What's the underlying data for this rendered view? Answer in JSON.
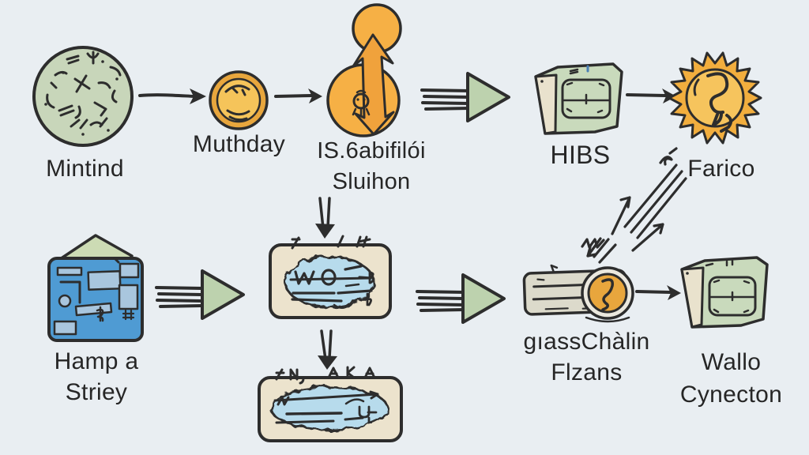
{
  "meta": {
    "title": "Hand-drawn crypto-style flow diagram",
    "rows": 2
  },
  "colors": {
    "background": "#e9eef2",
    "ink": "#2d2d2d",
    "label_text": "#262626",
    "sage_fill": "#c8d6ba",
    "coin_ring": "#e8a63d",
    "coin_core": "#f5c45a",
    "coin_ring_pale": "#ebe8de",
    "orange": "#f6b045",
    "orange_deep": "#f0a23c",
    "arrow_green": "#bdd2ae",
    "box_green": "#c9dabc",
    "box_side": "#e9e2cd",
    "sun_outer": "#f2ae3e",
    "sun_inner": "#f6c45d",
    "roof_green": "#ccdbb4",
    "building_blue": "#4f9bd3",
    "window_blue": "#a9c6de",
    "card_beige": "#ece3cd",
    "blob_blue": "#b7dbec",
    "pill_grey": "#dcdacb",
    "accent_blue_tick": "#4a7fb5"
  },
  "nodes": {
    "mintind": {
      "label": "Mintind",
      "icon": "scribble-sphere-icon"
    },
    "muthday": {
      "label": "Muthday",
      "icon": "gold-coin-icon"
    },
    "solution": {
      "label_line1": "IS.6abifilói",
      "label_line2": "Sluihon",
      "icon": "coins-up-arrow-icon"
    },
    "hibs": {
      "label": "HIBS",
      "icon": "vault-box-icon"
    },
    "farico": {
      "label": "Farico",
      "icon": "sun-coin-icon"
    },
    "hampa": {
      "label_line1": "Hamp a",
      "label_line2": "Striey",
      "icon": "building-icon"
    },
    "note_top": {
      "label": "",
      "icon": "note-card-icon"
    },
    "note_bottom": {
      "label": "",
      "icon": "note-card-icon"
    },
    "glasschalin": {
      "label_line1": "gıassChàlin",
      "label_line2": "Flzans",
      "icon": "scanner-coin-icon"
    },
    "wallo": {
      "label_line1": "Wallo",
      "label_line2": "Cynecton",
      "icon": "vault-box-icon"
    }
  },
  "connectors": [
    {
      "from": "mintind",
      "to": "muthday",
      "style": "plain-arrow"
    },
    {
      "from": "muthday",
      "to": "solution",
      "style": "plain-arrow"
    },
    {
      "from": "solution",
      "to": "hibs",
      "style": "speed-arrow"
    },
    {
      "from": "hibs",
      "to": "farico",
      "style": "plain-arrow"
    },
    {
      "from": "hampa",
      "to": "note_top",
      "style": "speed-arrow"
    },
    {
      "from": "solution",
      "to": "note_top",
      "style": "double-line-arrow"
    },
    {
      "from": "note_top",
      "to": "note_bottom",
      "style": "double-line-arrow"
    },
    {
      "from": "note_top",
      "to": "glasschalin",
      "style": "speed-arrow"
    },
    {
      "from": "glasschalin",
      "to": "farico",
      "style": "sketch-double-arrow"
    },
    {
      "from": "glasschalin",
      "to": "wallo",
      "style": "plain-arrow"
    }
  ]
}
